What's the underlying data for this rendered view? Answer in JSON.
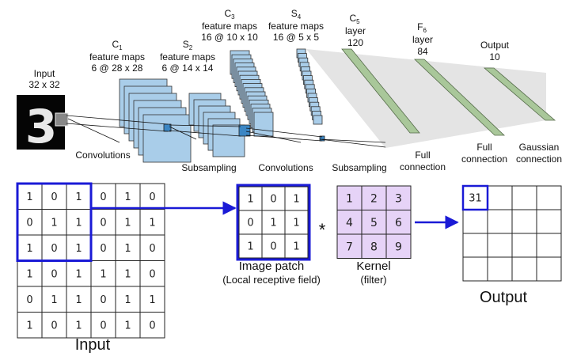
{
  "top": {
    "input_label": [
      "Input",
      "32 x 32"
    ],
    "c1": {
      "name": "C",
      "sub": "1",
      "lines": [
        "feature maps",
        "6 @ 28 x 28"
      ]
    },
    "s2": {
      "name": "S",
      "sub": "2",
      "lines": [
        "feature maps",
        "6 @ 14 x 14"
      ]
    },
    "c3": {
      "name": "C",
      "sub": "3",
      "lines": [
        "feature maps",
        "16 @ 10 x 10"
      ]
    },
    "s4": {
      "name": "S",
      "sub": "4",
      "lines": [
        "feature maps",
        "16 @ 5 x 5"
      ]
    },
    "c5": {
      "name": "C",
      "sub": "5",
      "lines": [
        "layer",
        "120"
      ]
    },
    "f6": {
      "name": "F",
      "sub": "6",
      "lines": [
        "layer",
        "84"
      ]
    },
    "output": {
      "lines": [
        "Output",
        "10"
      ]
    },
    "ops": {
      "conv1": "Convolutions",
      "sub1": "Subsampling",
      "conv2": "Convolutions",
      "sub2": "Subsampling",
      "full1": [
        "Full",
        "connection"
      ],
      "full2": [
        "Full",
        "connection"
      ],
      "gauss": [
        "Gaussian",
        "connection"
      ]
    },
    "digit": "3",
    "colors": {
      "map_fill": "#a9cde9",
      "map_stroke": "#333333",
      "fc_fill": "#a9c79a",
      "fc_stroke": "#556b4a"
    }
  },
  "bottom": {
    "input_matrix": [
      [
        "1",
        "0",
        "1",
        "0",
        "1",
        "0"
      ],
      [
        "0",
        "1",
        "1",
        "0",
        "1",
        "1"
      ],
      [
        "1",
        "0",
        "1",
        "0",
        "1",
        "0"
      ],
      [
        "1",
        "0",
        "1",
        "1",
        "1",
        "0"
      ],
      [
        "0",
        "1",
        "1",
        "0",
        "1",
        "1"
      ],
      [
        "1",
        "0",
        "1",
        "0",
        "1",
        "0"
      ]
    ],
    "input_caption": "Input",
    "patch_matrix": [
      [
        "1",
        "0",
        "1"
      ],
      [
        "0",
        "1",
        "1"
      ],
      [
        "1",
        "0",
        "1"
      ]
    ],
    "patch_caption": [
      "Image patch",
      "(Local receptive field)"
    ],
    "operator": "*",
    "kernel_matrix": [
      [
        "1",
        "2",
        "3"
      ],
      [
        "4",
        "5",
        "6"
      ],
      [
        "7",
        "8",
        "9"
      ]
    ],
    "kernel_caption": [
      "Kernel",
      "(filter)"
    ],
    "output_first_value": "31",
    "output_caption": "Output",
    "colors": {
      "highlight": "#1a1ad6",
      "kernel_fill": "#e6d3f7",
      "grid": "#222222"
    }
  }
}
